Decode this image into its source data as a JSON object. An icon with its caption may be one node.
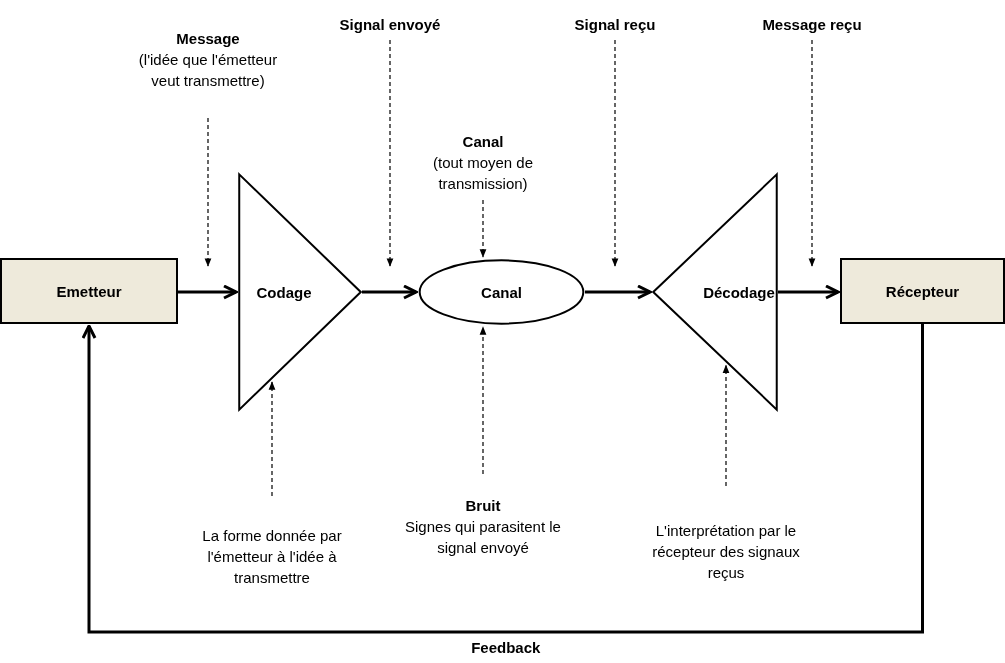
{
  "diagram": {
    "nodes": [
      {
        "text": [
          "Emetteur"
        ]
      },
      {
        "text": [
          "Codage"
        ]
      },
      {
        "text": [
          "Canal"
        ]
      },
      {
        "text": [
          "Décodage"
        ]
      },
      {
        "text": [
          "Récepteur"
        ]
      },
      {
        "text": [
          "Message",
          "(l'idée que l'émetteur veut transmettre)"
        ]
      },
      {
        "text": [
          "Signal envoyé"
        ]
      },
      {
        "text": [
          "Canal",
          "(tout moyen de transmission)"
        ]
      },
      {
        "text": [
          "Signal reçu"
        ]
      },
      {
        "text": [
          "Message reçu"
        ]
      },
      {
        "text": [
          "Bruit",
          "Signes qui parasitent le signal envoyé"
        ]
      },
      {
        "text": [
          "La forme donnée par l'émetteur à l'idée à transmettre"
        ]
      },
      {
        "text": [
          "L'interprétation par le récepteur des signaux reçus"
        ]
      }
    ],
    "edges": [
      {
        "from": 0,
        "to": 1,
        "arrow": "to",
        "style": "thick"
      },
      {
        "from": 1,
        "to": 2,
        "arrow": "to",
        "style": "thick"
      },
      {
        "from": 2,
        "to": 3,
        "arrow": "to",
        "style": "thick"
      },
      {
        "from": 3,
        "to": 4,
        "arrow": "to",
        "style": "thick"
      },
      {
        "from": 4,
        "to": 0,
        "arrow": "to",
        "style": "thick",
        "label": "Feedback"
      },
      {
        "from": 5,
        "to": null,
        "arrow": "to",
        "style": "dashed"
      },
      {
        "from": 6,
        "to": null,
        "arrow": "to",
        "style": "dashed"
      },
      {
        "from": 7,
        "to": 2,
        "arrow": "to",
        "style": "dashed"
      },
      {
        "from": 8,
        "to": null,
        "arrow": "to",
        "style": "dashed"
      },
      {
        "from": 9,
        "to": null,
        "arrow": "to",
        "style": "dashed"
      },
      {
        "from": 10,
        "to": 2,
        "arrow": "to",
        "style": "dashed"
      },
      {
        "from": 11,
        "to": 1,
        "arrow": "to",
        "style": "dashed"
      },
      {
        "from": 12,
        "to": 3,
        "arrow": "to",
        "style": "dashed"
      }
    ]
  }
}
